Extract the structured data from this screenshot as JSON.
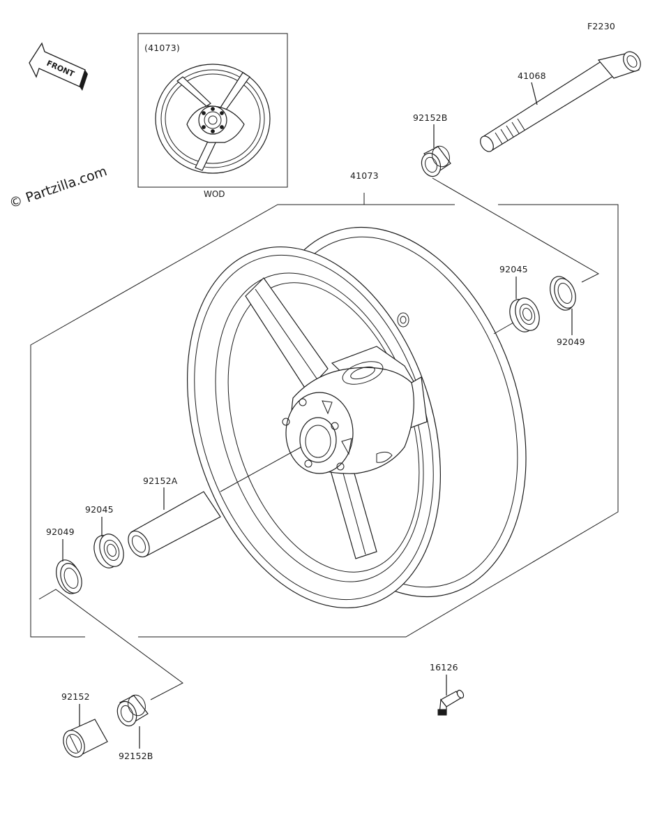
{
  "diagram_code": "F2230",
  "watermark": "© Partzilla.com",
  "front_label": "FRONT",
  "inset": {
    "part_number": "(41073)",
    "caption": "WOD"
  },
  "labels": {
    "axle": "41068",
    "collar_top_right": "92152B",
    "wheel": "41073",
    "bearing_right": "92045",
    "seal_right": "92049",
    "sleeve": "92152A",
    "bearing_left": "92045",
    "seal_left": "92049",
    "collar": "92152",
    "collar_bottom": "92152B",
    "valve": "16126"
  }
}
